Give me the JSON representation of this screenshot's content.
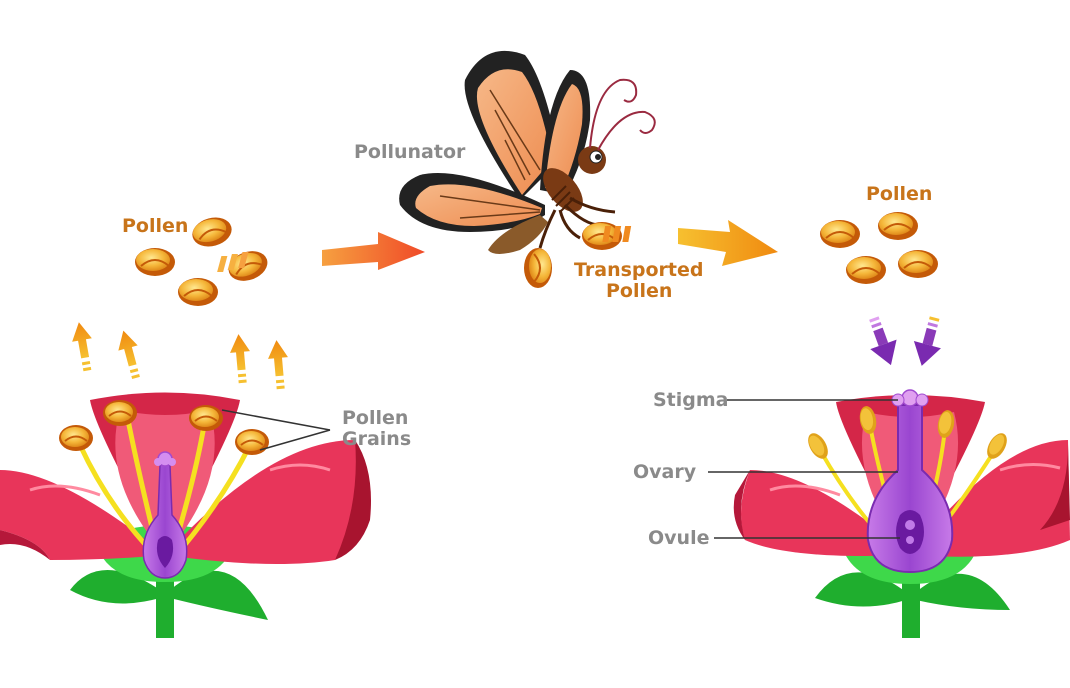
{
  "labels": {
    "pollen_left": "Pollen",
    "pollen_right": "Pollen",
    "pollinator": "Pollunator",
    "transported_line1": "Transported",
    "transported_line2": "Pollen",
    "pollen_grains_line1": "Pollen",
    "pollen_grains_line2": "Grains",
    "stigma": "Stigma",
    "ovary": "Ovary",
    "ovule": "Ovule"
  },
  "colors": {
    "petal": "#e8355a",
    "petal_dark": "#b5183a",
    "petal_inner": "#f05a78",
    "pollen": "#f0a830",
    "pollen_rim": "#c25a08",
    "filament": "#f5e020",
    "pistil": "#b560e0",
    "pistil_dark": "#7a2bb0",
    "sepal": "#3ed84a",
    "leaf": "#1fae2e",
    "arrow_orange": "#f49a1c",
    "arrow_red": "#f06a2c",
    "arrow_purple": "#8a3ab8",
    "label_orange": "#c8741a",
    "label_gray": "#8a8a8a",
    "wing": "#f2a070",
    "wing_dark": "#222222"
  }
}
